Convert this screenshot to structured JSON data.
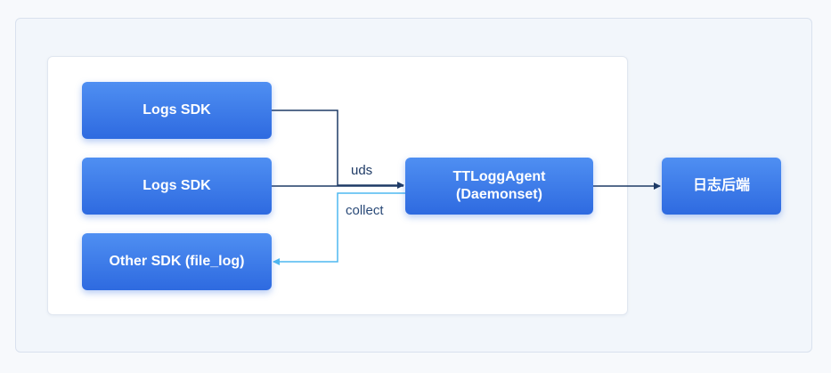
{
  "nodes": {
    "sdk1": "Logs SDK",
    "sdk2": "Logs SDK",
    "sdk3": "Other SDK (file_log)",
    "agent": "TTLoggAgent\n(Daemonset)",
    "backend": "日志后端"
  },
  "edges": {
    "uds_label": "uds",
    "collect_label": "collect"
  },
  "colors": {
    "node_top": "#4f8ff2",
    "node_bottom": "#2e6ae0",
    "uds_line": "#1f3b66",
    "collect_line": "#4fb8f0"
  }
}
